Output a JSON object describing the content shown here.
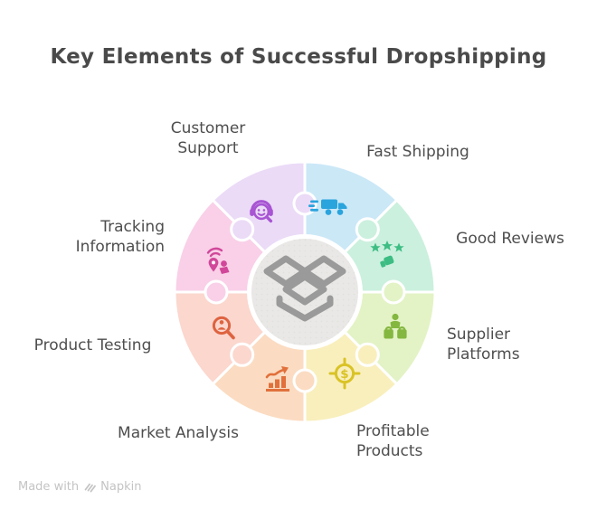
{
  "title": "Key Elements of Successful Dropshipping",
  "title_color": "#4a4a4a",
  "label_color": "#4e4e4e",
  "center": {
    "icon": "dropbox-logo",
    "circle_color": "#e9e8e6",
    "dot_color": "#d9d7d4",
    "glyph_color": "#9a9a9a"
  },
  "wheel": {
    "segments": [
      {
        "id": "fast-shipping",
        "label": "Fast Shipping",
        "color": "#cbe8f7",
        "icon": "delivery-truck-icon",
        "icon_color": "#2aa4dd"
      },
      {
        "id": "good-reviews",
        "label": "Good Reviews",
        "color": "#cbf0de",
        "icon": "three-stars-thumb-icon",
        "icon_color": "#3dbd83"
      },
      {
        "id": "supplier-platforms",
        "label": "Supplier Platforms",
        "color": "#e3f3c5",
        "icon": "supplier-people-icon",
        "icon_color": "#84b740"
      },
      {
        "id": "profitable-products",
        "label": "Profitable Products",
        "color": "#f9efbd",
        "icon": "dollar-target-icon",
        "icon_color": "#d9c326",
        "icon_glyph": "$"
      },
      {
        "id": "market-analysis",
        "label": "Market Analysis",
        "color": "#fbdcc2",
        "icon": "growth-chart-icon",
        "icon_color": "#e1703b"
      },
      {
        "id": "product-testing",
        "label": "Product Testing",
        "color": "#fbd7ce",
        "icon": "magnifier-person-icon",
        "icon_color": "#de6340"
      },
      {
        "id": "tracking-information",
        "label": "Tracking Information",
        "color": "#f9d0e8",
        "icon": "location-tracking-icon",
        "icon_color": "#d1479a"
      },
      {
        "id": "customer-support",
        "label": "Customer Support",
        "color": "#ebdbf7",
        "icon": "headset-smiley-icon",
        "icon_color": "#a854d3"
      }
    ]
  },
  "footer": {
    "prefix": "Made with",
    "brand": "Napkin",
    "icon": "napkin-logo-icon",
    "color": "#c4c4c4"
  }
}
